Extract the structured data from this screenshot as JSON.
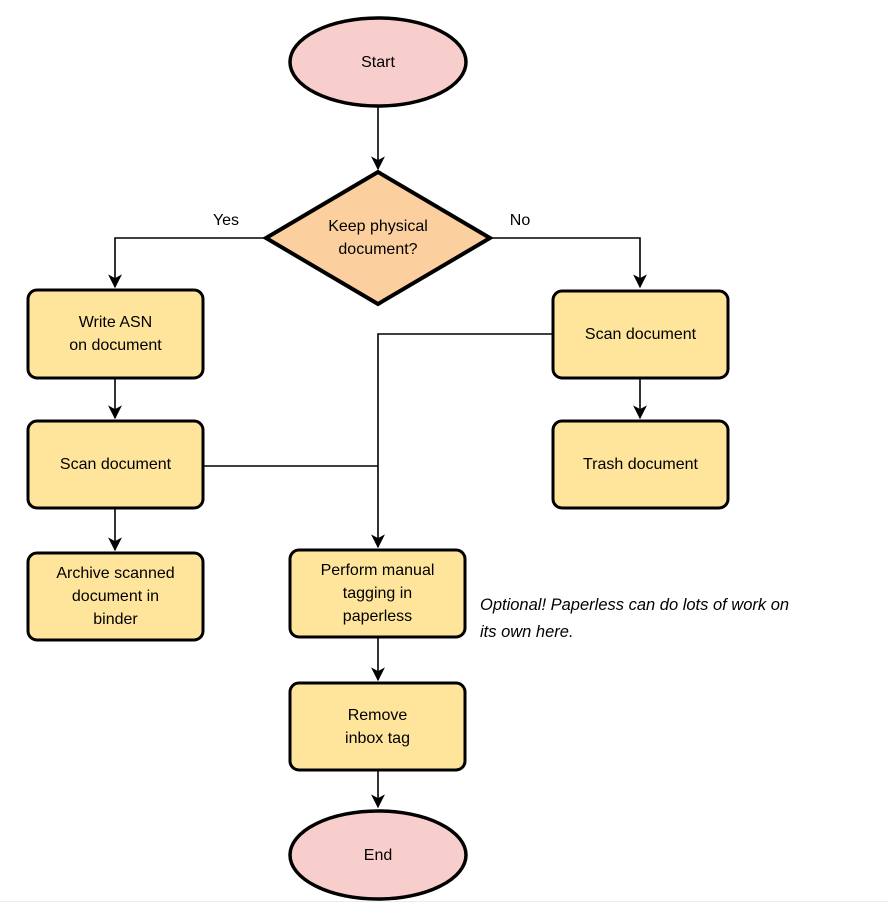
{
  "colors": {
    "terminator_fill": "#f8cecc",
    "decision_fill": "#fccf9f",
    "process_fill": "#ffe49c",
    "stroke": "#000000"
  },
  "nodes": {
    "start": {
      "label": "Start"
    },
    "decision": {
      "label": "Keep physical\ndocument?"
    },
    "write_asn": {
      "label": "Write ASN\non document"
    },
    "scan_left": {
      "label": "Scan document"
    },
    "archive": {
      "label": "Archive scanned\ndocument in\nbinder"
    },
    "scan_right": {
      "label": "Scan document"
    },
    "trash": {
      "label": "Trash document"
    },
    "perform_tagging": {
      "label": "Perform manual\ntagging in\npaperless"
    },
    "remove_inbox": {
      "label": "Remove\ninbox tag"
    },
    "end": {
      "label": "End"
    }
  },
  "edge_labels": {
    "yes": "Yes",
    "no": "No"
  },
  "note": {
    "text": "Optional! Paperless can do lots of work on\nits own here."
  }
}
